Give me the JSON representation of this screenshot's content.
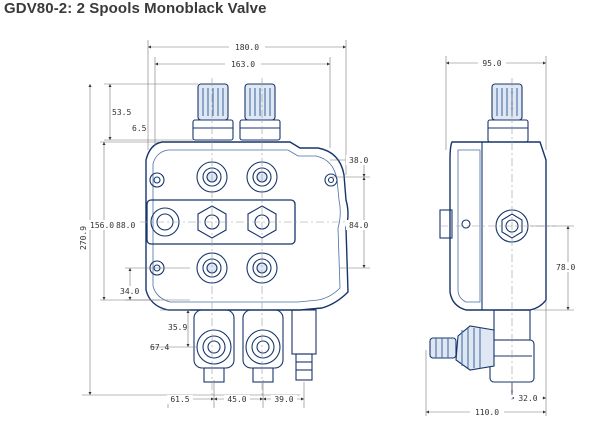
{
  "title": "GDV80-2: 2 Spools Monoblack Valve",
  "colors": {
    "outline": "#17356b",
    "dimension": "#777777",
    "cap": "#4a6fa5",
    "text": "#333333"
  },
  "front_view": {
    "dims": {
      "width_overall": "180.0",
      "width_inner": "163.0",
      "top_height": "53.5",
      "top_small": "6.5",
      "height_overall": "270.9",
      "height_ports": "156.0",
      "width_ports": "88.0",
      "right_top": "38.0",
      "right_mid": "84.0",
      "left_low": "34.0",
      "spool_offset_a": "35.9",
      "spool_offset_b": "67.4",
      "bottom_a": "61.5",
      "bottom_b": "45.0",
      "bottom_c": "39.0"
    }
  },
  "side_view": {
    "dims": {
      "width_top": "95.0",
      "height_right": "78.0",
      "bottom_small": "32.0",
      "width_overall": "110.0"
    }
  }
}
